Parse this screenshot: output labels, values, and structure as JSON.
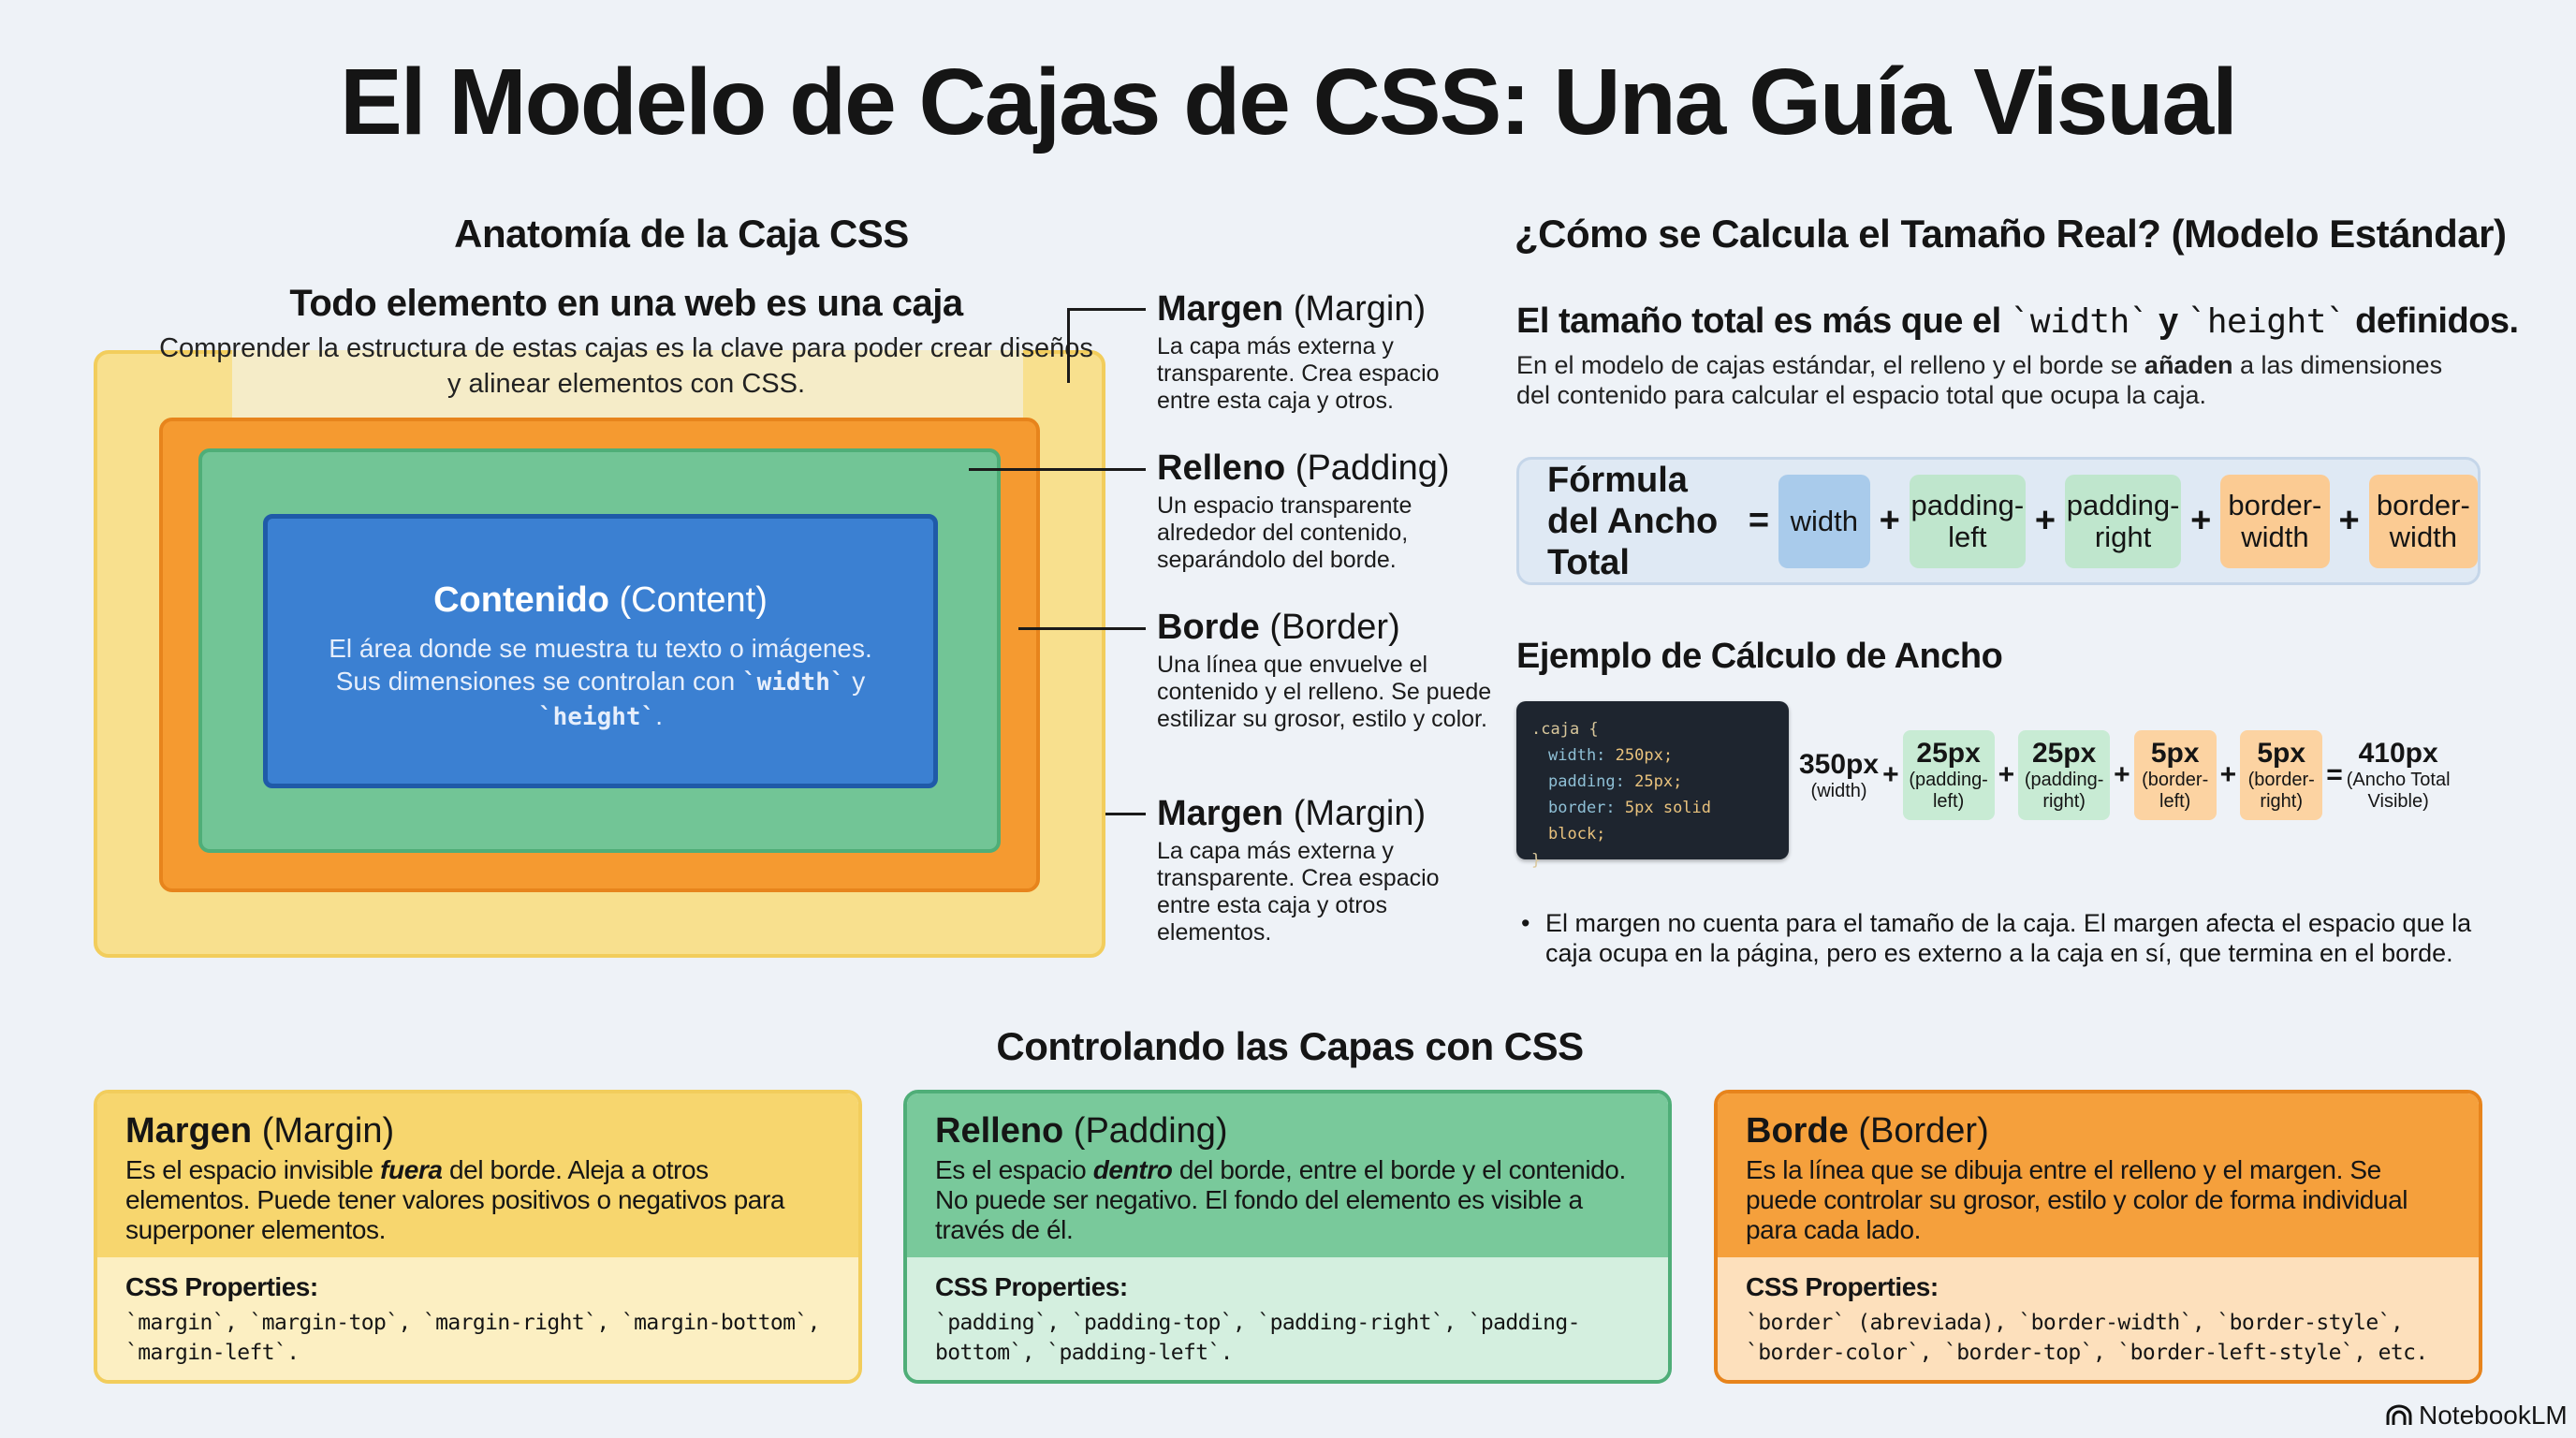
{
  "title": "El Modelo de Cajas de CSS: Una Guía Visual",
  "anatomy": {
    "heading": "Anatomía de la Caja CSS",
    "intro_title": "Todo elemento en una web es una caja",
    "intro_text": "Comprender la estructura de estas cajas es la clave para poder crear diseños y alinear elementos con CSS.",
    "content": {
      "title_bold": "Contenido",
      "title_rest": " (Content)",
      "desc_pre": "El área donde se muestra tu texto o imágenes. Sus dimensiones se controlan con ",
      "code1": "`width`",
      "mid": " y ",
      "code2": "`height`",
      "desc_post": "."
    },
    "labels": [
      {
        "bold": "Margen",
        "rest": " (Margin)",
        "desc": "La capa más externa y transparente. Crea espacio entre esta caja y otros."
      },
      {
        "bold": "Relleno",
        "rest": " (Padding)",
        "desc": "Un espacio transparente alrededor del contenido, separándolo del borde."
      },
      {
        "bold": "Borde",
        "rest": " (Border)",
        "desc": "Una línea que envuelve el contenido y el relleno. Se puede estilizar su grosor, estilo y color."
      },
      {
        "bold": "Margen",
        "rest": " (Margin)",
        "desc": "La capa más externa y transparente. Crea espacio entre esta caja y otros elementos."
      }
    ]
  },
  "calc": {
    "heading": "¿Cómo se Calcula el Tamaño Real? (Modelo Estándar)",
    "sub_pre": "El tamaño total es más que el ",
    "sub_code1": "`width`",
    "sub_mid": " y ",
    "sub_code2": "`height`",
    "sub_post": " definidos.",
    "para_pre": "En el modelo de cajas estándar, el relleno y el borde se ",
    "para_bold": "añaden",
    "para_post": " a las dimensiones del contenido para calcular el espacio total que ocupa la caja.",
    "formula": {
      "label": "Fórmula del Ancho Total",
      "equals": "=",
      "plus": "+",
      "terms": [
        "width",
        "padding-\nleft",
        "padding-\nright",
        "border-\nwidth",
        "border-\nwidth"
      ]
    },
    "example_heading": "Ejemplo de Cálculo de Ancho",
    "code": {
      "selector": ".caja {",
      "lines": [
        {
          "prop": "width:",
          "val": " 250px;"
        },
        {
          "prop": "padding:",
          "val": " 25px;"
        },
        {
          "prop": "border:",
          "val": " 5px solid block;"
        }
      ],
      "close": "}"
    },
    "items": [
      {
        "value": "350px",
        "label": "(width)"
      },
      {
        "value": "25px",
        "label": "(padding-\nleft)"
      },
      {
        "value": "25px",
        "label": "(padding-\nright)"
      },
      {
        "value": "5px",
        "label": "(border-\nleft)"
      },
      {
        "value": "5px",
        "label": "(border-\nright)"
      },
      {
        "value": "410px",
        "label": "(Ancho Total\nVisible)"
      }
    ],
    "bullet": "El margen no cuenta para el tamaño de la caja. El margen afecta el espacio que la caja ocupa en la página, pero es externo a la caja en sí, que termina en el borde."
  },
  "controls": {
    "heading": "Controlando las Capas con CSS",
    "props_label": "CSS Properties:",
    "cards": [
      {
        "bold": "Margen",
        "rest": " (Margin)",
        "pre": "Es el espacio invisible ",
        "em": "fuera",
        "post": " del borde. Aleja a otros elementos. Puede tener valores positivos o negativos para superponer elementos.",
        "props": "`margin`, `margin-top`, `margin-right`, `margin-bottom`, `margin-left`."
      },
      {
        "bold": "Relleno",
        "rest": " (Padding)",
        "pre": "Es el espacio ",
        "em": "dentro",
        "post": " del borde, entre el borde y el contenido. No puede ser negativo. El fondo del elemento es visible a través de él.",
        "props": "`padding`, `padding-top`, `padding-right`, `padding-bottom`, `padding-left`."
      },
      {
        "bold": "Borde",
        "rest": " (Border)",
        "pre": "Es la línea que se dibuja entre el relleno y el margen. Se puede controlar su grosor, estilo y color de forma individual para cada lado.",
        "em": "",
        "post": "",
        "props": "`border` (abreviada), `border-width`, `border-style`, `border-color`, `border-top`, `border-left-style`, etc."
      }
    ]
  },
  "brand": "NotebookLM",
  "colors": {
    "margin": "#f8e08e",
    "border": "#f59a30",
    "padding": "#72c596",
    "content": "#3b80d2"
  }
}
